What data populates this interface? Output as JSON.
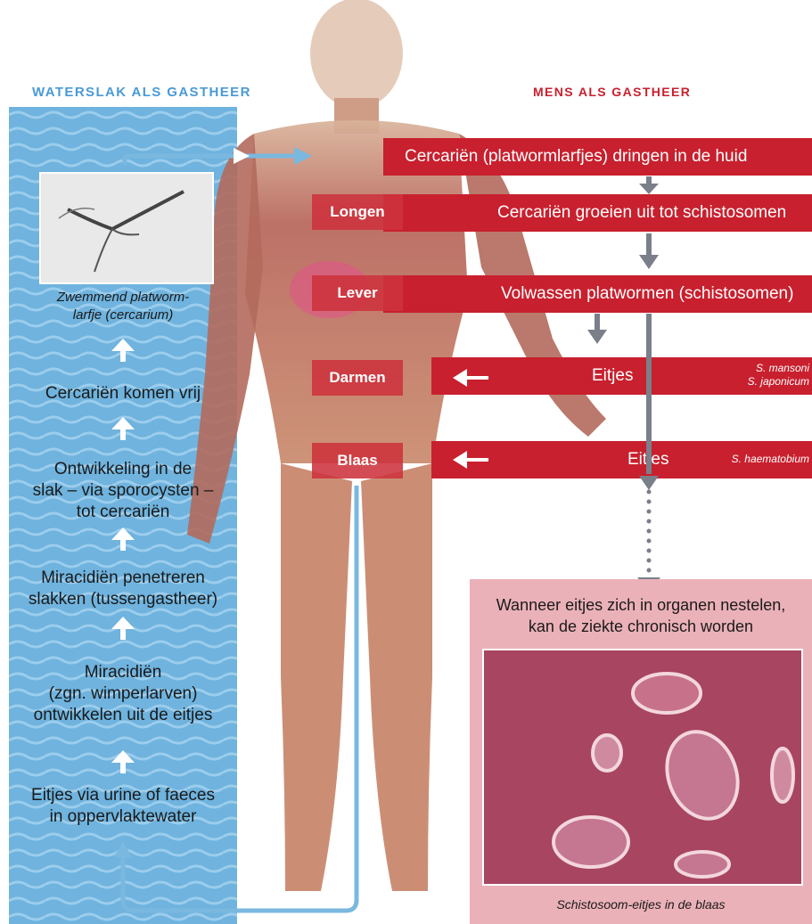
{
  "headers": {
    "left": "WATERSLAK ALS GASTHEER",
    "right": "MENS ALS GASTHEER"
  },
  "colors": {
    "water_blue": "#6fb3de",
    "connector_blue": "#7ab8e0",
    "header_blue": "#4a9ad4",
    "header_red": "#c8202e",
    "bar_red": "#c8202e",
    "organ_red": "#cd323c",
    "chronic_pink": "#ebb1b8",
    "flow_arrow_gray": "#7a7f8a"
  },
  "left_panel": {
    "photo_caption_line1": "Zwemmend platworm-",
    "photo_caption_line2": "larfje (cercarium)",
    "steps": [
      {
        "line1": "Cercariën komen vrij"
      },
      {
        "line1": "Ontwikkeling in de",
        "line2": "slak – via sporocysten –",
        "line3": "tot cercariën"
      },
      {
        "line1": "Miracidiën penetreren",
        "line2": "slakken (tussengastheer)"
      },
      {
        "line1": "Miracidiën",
        "line2": "(zgn. wimperlarven)",
        "line3": "ontwikkelen uit de eitjes"
      },
      {
        "line1": "Eitjes via urine of faeces",
        "line2": "in oppervlaktewater"
      }
    ]
  },
  "bars": {
    "bar1": "Cercariën (platwormlarfjes) dringen in de huid",
    "bar2": "Cercariën groeien uit tot schistosomen",
    "bar3": "Volwassen platwormen (schistosomen)",
    "bar4_label": "Eitjes",
    "bar4_species1": "S. mansoni",
    "bar4_species2": "S. japonicum",
    "bar5_label": "Eitjes",
    "bar5_species": "S. haematobium"
  },
  "organs": {
    "longen": "Longen",
    "lever": "Lever",
    "darmen": "Darmen",
    "blaas": "Blaas"
  },
  "chronic": {
    "line1": "Wanneer eitjes zich in organen nestelen,",
    "line2": "kan de ziekte chronisch worden",
    "caption": "Schistosoom-eitjes in de blaas"
  },
  "icons": [
    "up-arrow-icon",
    "down-arrow-icon",
    "left-arrow-icon",
    "right-arrow-icon"
  ]
}
